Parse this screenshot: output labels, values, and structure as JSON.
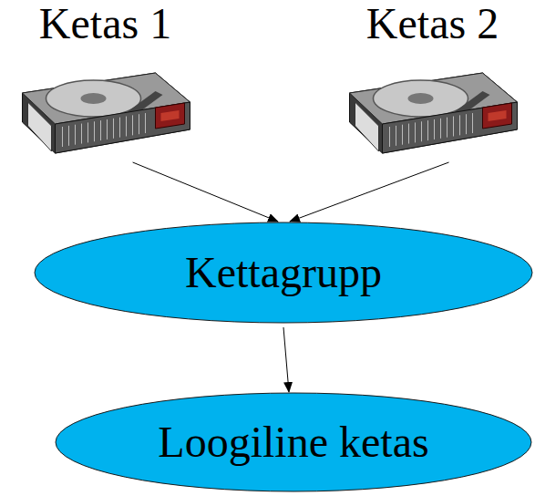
{
  "diagram": {
    "nodes": [
      {
        "text": [
          "Ketas 1"
        ]
      },
      {
        "text": [
          "Ketas 2"
        ]
      },
      {
        "text": [
          "Kettagrupp"
        ]
      },
      {
        "text": [
          "Loogiline ketas"
        ]
      }
    ],
    "edges": [
      {
        "from": 0,
        "to": 2,
        "arrow": "to"
      },
      {
        "from": 1,
        "to": 2,
        "arrow": "to"
      },
      {
        "from": 2,
        "to": 3,
        "arrow": "to"
      }
    ]
  }
}
